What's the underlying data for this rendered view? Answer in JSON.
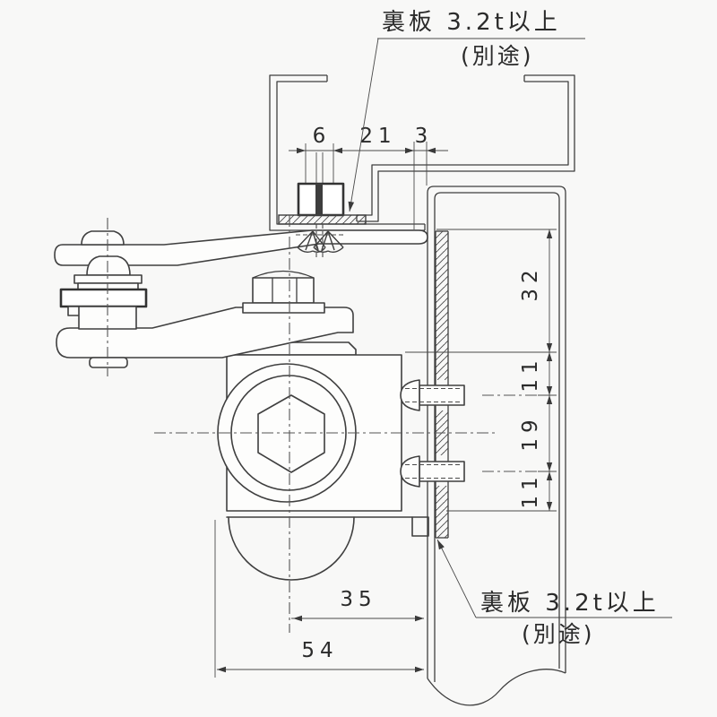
{
  "annotations": {
    "top": {
      "label": "裏板 3.2t以上",
      "note": "(別途)"
    },
    "bottom": {
      "label": "裏板 3.2t以上",
      "note": "(別途)"
    }
  },
  "dimensions": {
    "top": [
      "6",
      "21",
      "3"
    ],
    "right": [
      "32",
      "11",
      "19",
      "11"
    ],
    "bottom": [
      "35",
      "54"
    ]
  },
  "colors": {
    "line": "#3f3f3f",
    "text": "#2b2b2b",
    "background": "#f8f8f7"
  }
}
